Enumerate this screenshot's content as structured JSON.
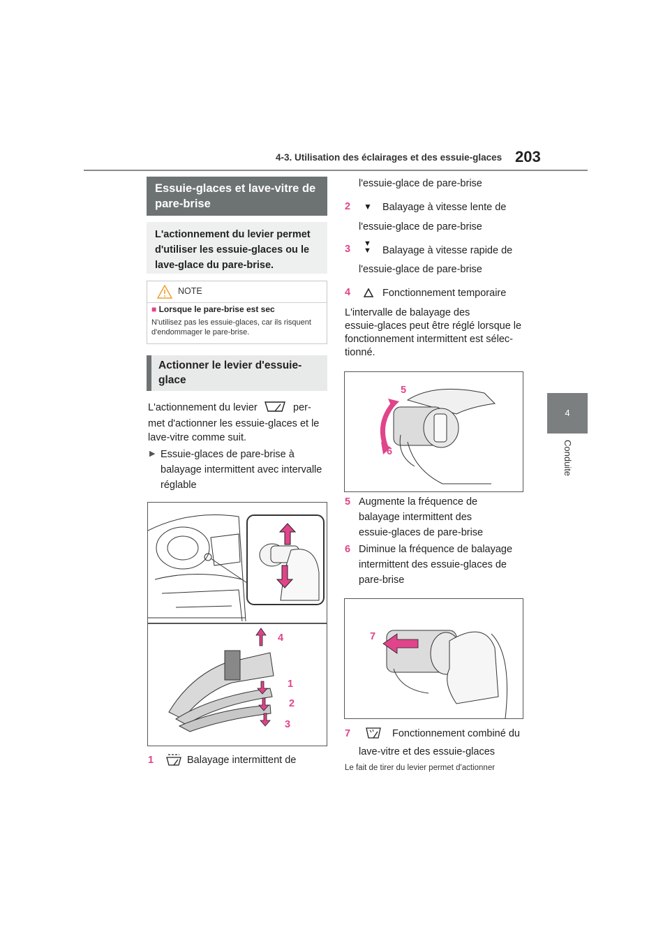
{
  "header": {
    "section": "4-3. Utilisation des éclairages et des essuie-glaces",
    "page_number": "203"
  },
  "side_tab": {
    "chapter": "4",
    "label": "Conduite"
  },
  "left": {
    "title": "Essuie-glaces et lave-vitre de pare-brise",
    "intro": "L'actionnement du levier permet d'utiliser les essuie-glaces ou le lave-glace du pare-brise.",
    "note": {
      "label": "NOTE",
      "subtitle": "Lorsque le pare-brise est sec",
      "body": "N'utilisez pas les essuie-glaces, car ils risquent d'endommager le pare-brise."
    },
    "section2_title": "Actionner le levier d'essuie-glace",
    "para_a": "L'actionnement du levier",
    "para_b": "per-",
    "para_c": "met d'actionner les essuie-glaces et le",
    "para_d": "lave-vitre comme suit.",
    "bullet_1": "Essuie-glaces de pare-brise à",
    "bullet_2": "balayage intermittent avec intervalle",
    "bullet_3": "réglable",
    "fig1_labels": [
      "4",
      "1",
      "2",
      "3"
    ],
    "item1_num": "1",
    "item1_text": "Balayage intermittent de"
  },
  "right": {
    "line1": "l'essuie-glace de pare-brise",
    "item2_num": "2",
    "item2_a": "Balayage à vitesse lente de",
    "item2_b": "l'essuie-glace de pare-brise",
    "item3_num": "3",
    "item3_a": "Balayage à vitesse rapide de",
    "item3_b": "l'essuie-glace de pare-brise",
    "item4_num": "4",
    "item4_a": "Fonctionnement temporaire",
    "interval_1": "L'intervalle de balayage des",
    "interval_2": "essuie-glaces peut être réglé lorsque le",
    "interval_3": "fonctionnement intermittent est sélec-",
    "interval_4": "tionné.",
    "fig2_labels": [
      "5",
      "6"
    ],
    "item5_num": "5",
    "item5_a": "Augmente la fréquence de",
    "item5_b": "balayage intermittent des",
    "item5_c": "essuie-glaces de pare-brise",
    "item6_num": "6",
    "item6_a": "Diminue la fréquence de balayage",
    "item6_b": "intermittent des essuie-glaces de",
    "item6_c": "pare-brise",
    "fig3_label": "7",
    "item7_num": "7",
    "item7_a": "Fonctionnement combiné du",
    "item7_b": "lave-vitre et des essuie-glaces",
    "last_line": "Le fait de tirer du levier permet d'actionner"
  },
  "colors": {
    "accent": "#e0448a",
    "bar_dark": "#6d7273",
    "bar_light": "#eeefef"
  }
}
